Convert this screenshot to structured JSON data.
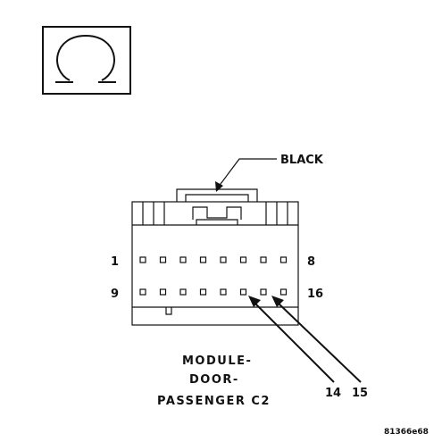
{
  "symbol": {
    "icon": "ohm-resistance-icon"
  },
  "connector": {
    "color_callout": "BLACK",
    "name_line1": "MODULE-",
    "name_line2": "DOOR-",
    "name_line3": "PASSENGER C2",
    "row1_start_label": "1",
    "row1_end_label": "8",
    "row2_start_label": "9",
    "row2_end_label": "16",
    "row_count": 2,
    "pins_per_row": 8,
    "callout_pins": [
      "14",
      "15"
    ]
  },
  "figure_id": "81366e68"
}
